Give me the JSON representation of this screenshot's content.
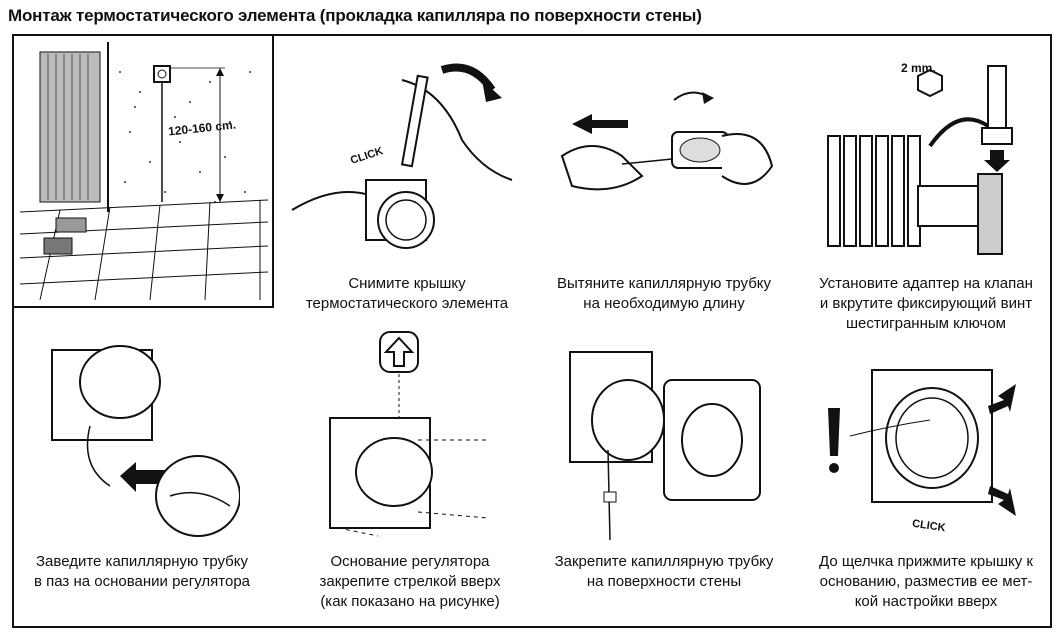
{
  "page": {
    "title": "Монтаж термостатического элемента (прокладка капилляра по поверхности стены)"
  },
  "figure1": {
    "dimension_label": "120-160 cm."
  },
  "steps": [
    {
      "id": 1,
      "lines": [
        "Снимите крышку",
        "термостатического элемента"
      ],
      "icon_text": "CLICK"
    },
    {
      "id": 2,
      "lines": [
        "Вытяните капиллярную трубку",
        "на необходимую длину"
      ]
    },
    {
      "id": 3,
      "lines": [
        "Установите адаптер на клапан",
        "и вкрутите фиксирующий винт",
        "шестигранным ключом"
      ],
      "icon_text": "2 mm."
    },
    {
      "id": 4,
      "lines": [
        "Заведите капиллярную трубку",
        "в паз на основании регулятора"
      ]
    },
    {
      "id": 5,
      "lines": [
        "Основание регулятора",
        "закрепите стрелкой вверх",
        "(как показано на рисунке)"
      ]
    },
    {
      "id": 6,
      "lines": [
        "Закрепите капиллярную трубку",
        "на поверхности стены"
      ]
    },
    {
      "id": 7,
      "lines": [
        "До щелчка прижмите крышку к",
        "основанию, разместив ее мет-",
        "кой настройки вверх"
      ],
      "icon_text": "CLICK"
    }
  ]
}
